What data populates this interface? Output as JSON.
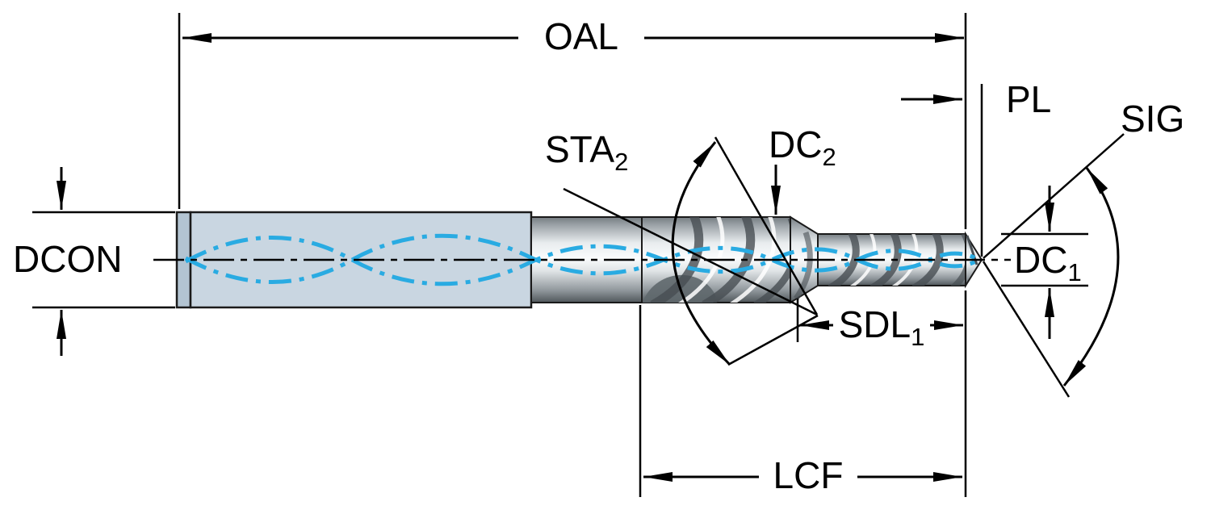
{
  "labels": {
    "oal": "OAL",
    "pl": "PL",
    "sig": "SIG",
    "sta2_base": "STA",
    "sta2_sub": "2",
    "dc2_base": "DC",
    "dc2_sub": "2",
    "dcon": "DCON",
    "dc1_base": "DC",
    "dc1_sub": "1",
    "sdl1_base": "SDL",
    "sdl1_sub": "1",
    "lcf": "LCF"
  },
  "colors": {
    "coolant_channel_blue": "#29ABE2",
    "shank_fill": "#C9D6E1",
    "outline_black": "#000000"
  }
}
